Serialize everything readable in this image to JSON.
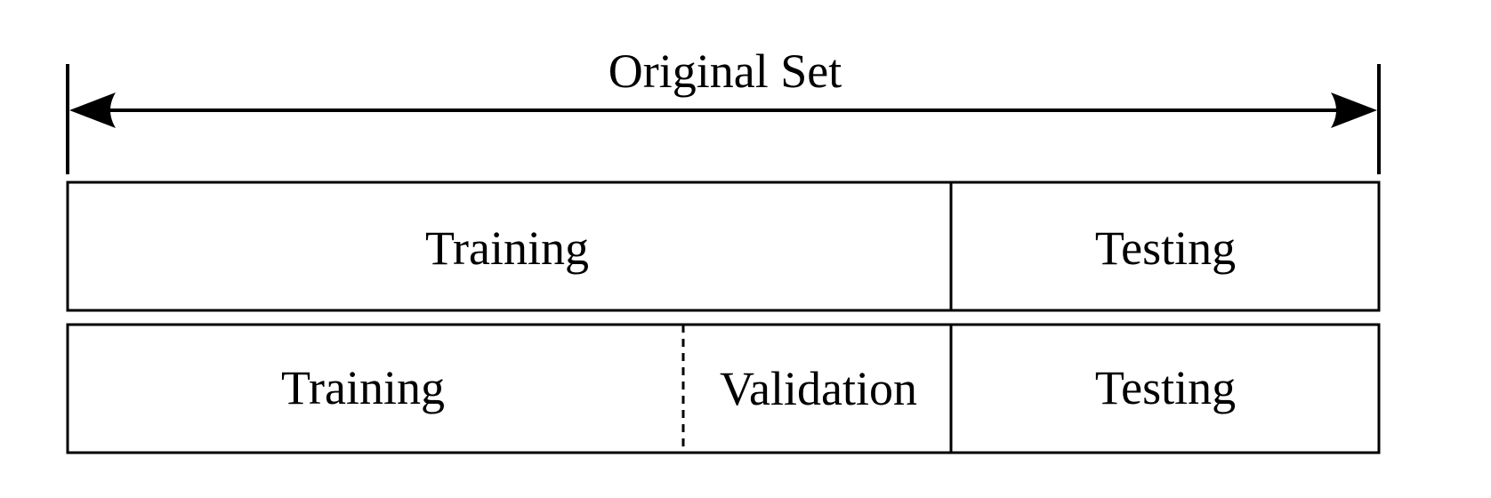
{
  "diagram": {
    "original_set_label": "Original Set",
    "split_a": {
      "training_label": "Training",
      "testing_label": "Testing"
    },
    "split_b": {
      "training_label": "Training",
      "validation_label": "Validation",
      "testing_label": "Testing"
    }
  }
}
